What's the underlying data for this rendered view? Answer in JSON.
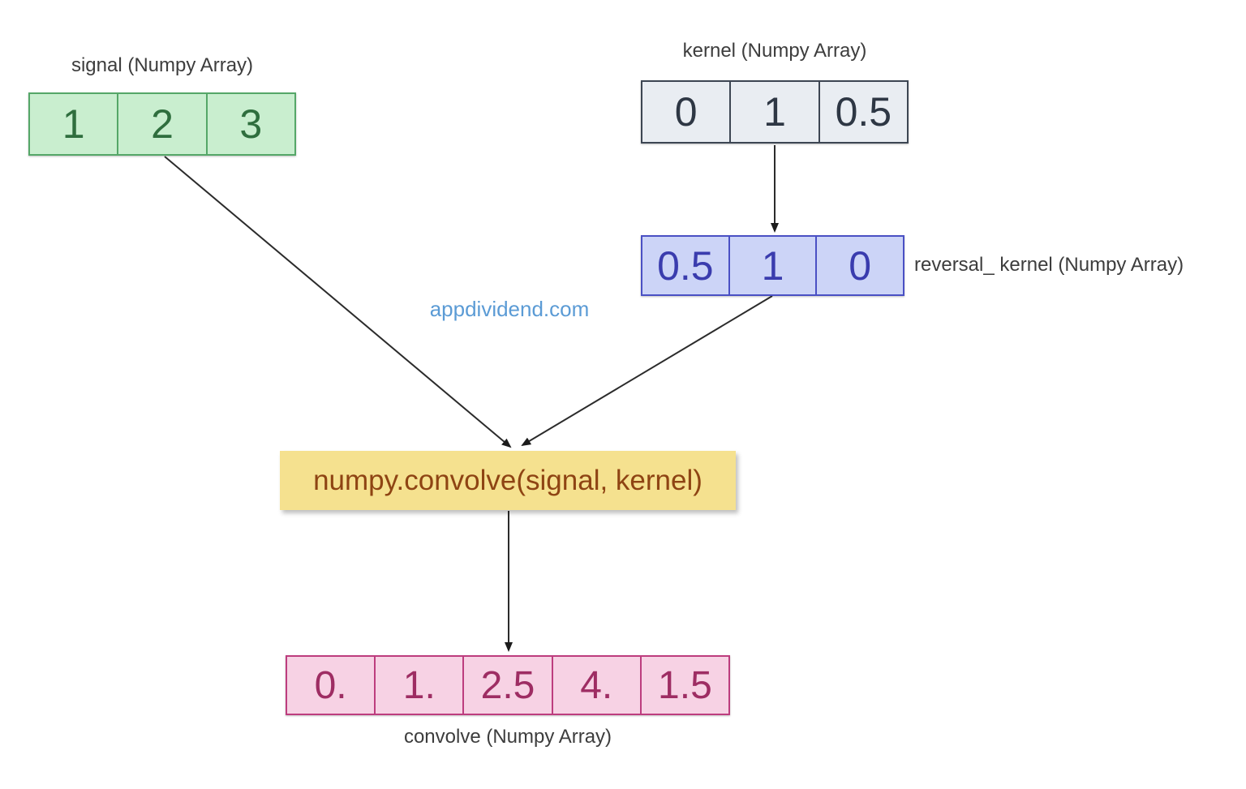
{
  "watermark": {
    "text": "appdividend.com"
  },
  "signal": {
    "label": "signal (Numpy Array)",
    "cells": [
      "1",
      "2",
      "3"
    ]
  },
  "kernel": {
    "label": "kernel (Numpy Array)",
    "cells": [
      "0",
      "1",
      "0.5"
    ]
  },
  "reversal_kernel": {
    "label": "reversal_ kernel (Numpy Array)",
    "cells": [
      "0.5",
      "1",
      "0"
    ]
  },
  "function_box": {
    "label": "numpy.convolve(signal, kernel)"
  },
  "convolve": {
    "label": "convolve (Numpy Array)",
    "cells": [
      "0.",
      "1.",
      "2.5",
      "4.",
      "1.5"
    ]
  },
  "colors": {
    "signal_fill": "#c9eecf",
    "signal_border": "#55a768",
    "signal_text": "#2f6e3e",
    "kernel_fill": "#e9edf2",
    "kernel_border": "#3d4653",
    "kernel_text": "#2e3744",
    "reversal_fill": "#ccd4f7",
    "reversal_border": "#4a50c4",
    "reversal_text": "#3a3cae",
    "func_fill": "#f5e18f",
    "func_text": "#8e4413",
    "convolve_fill": "#f7d2e4",
    "convolve_border": "#bd3d7e",
    "convolve_text": "#9e2d63",
    "label_text": "#3d3d3d",
    "arrow": "#222222",
    "watermark": "#5b9bd5"
  }
}
